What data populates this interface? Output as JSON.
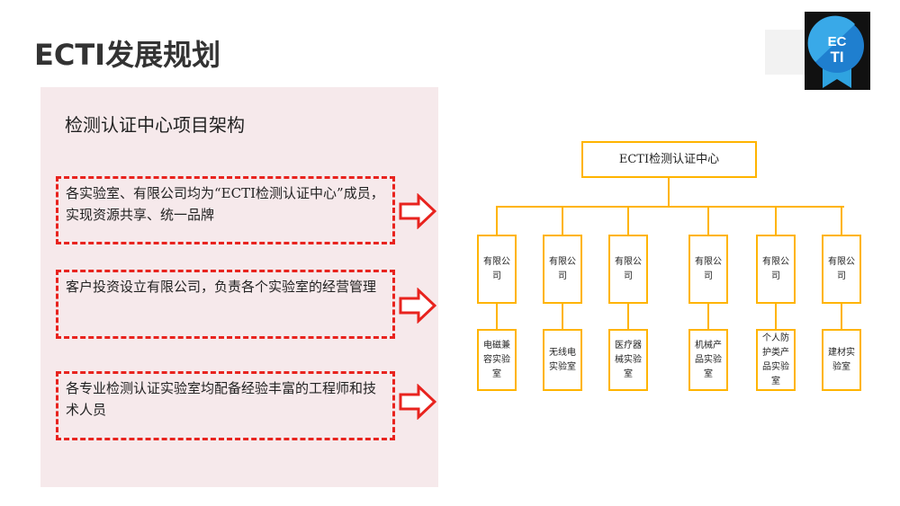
{
  "header": {
    "title": "ECTI发展规划",
    "logo_text": "ECTI"
  },
  "panel": {
    "title": "检测认证中心项目架构",
    "points": [
      "各实验室、有限公司均为“ECTI检测认证中心”成员，实现资源共享、统一品牌",
      "客户投资设立有限公司，负责各个实验室的经营管理",
      "各专业检测认证实验室均配备经验丰富的工程师和技术人员"
    ]
  },
  "org": {
    "root": "ECTI检测认证中心",
    "companies": [
      "有限公司",
      "有限公司",
      "有限公司",
      "有限公司",
      "有限公司",
      "有限公司"
    ],
    "labs": [
      "电磁兼容实验室",
      "无线电实验室",
      "医疗器械实验室",
      "机械产品实验室",
      "个人防护类产品实验室",
      "建材实验室"
    ]
  },
  "colors": {
    "accent": "#ffb400",
    "dashed": "#e8231e"
  }
}
